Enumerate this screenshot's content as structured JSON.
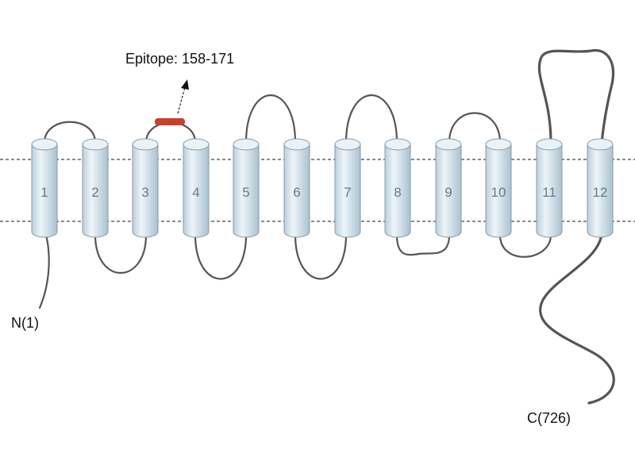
{
  "diagram": {
    "helices": [
      "1",
      "2",
      "3",
      "4",
      "5",
      "6",
      "7",
      "8",
      "9",
      "10",
      "11",
      "12"
    ],
    "epitope_label": "Epitope: 158-171",
    "n_terminus_label": "N(1)",
    "c_terminus_label": "C(726)"
  },
  "colors": {
    "helix_fill_light": "#eef5f9",
    "helix_fill_dark": "#b9cfdc",
    "epitope": "#c8422a",
    "loop": "#555555"
  }
}
